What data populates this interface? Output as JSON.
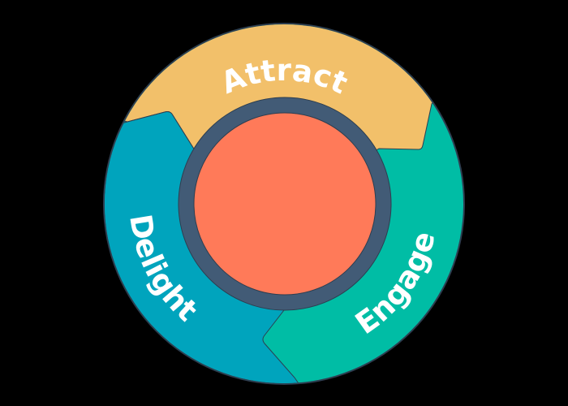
{
  "diagram": {
    "segments": [
      {
        "label": "Attract",
        "color": "#f2c06a"
      },
      {
        "label": "Engage",
        "color": "#00bda5"
      },
      {
        "label": "Delight",
        "color": "#00a4bd"
      }
    ],
    "hub_color": "#ff7a59",
    "ring_color": "#425b76",
    "border_color": "#2d3e50"
  }
}
